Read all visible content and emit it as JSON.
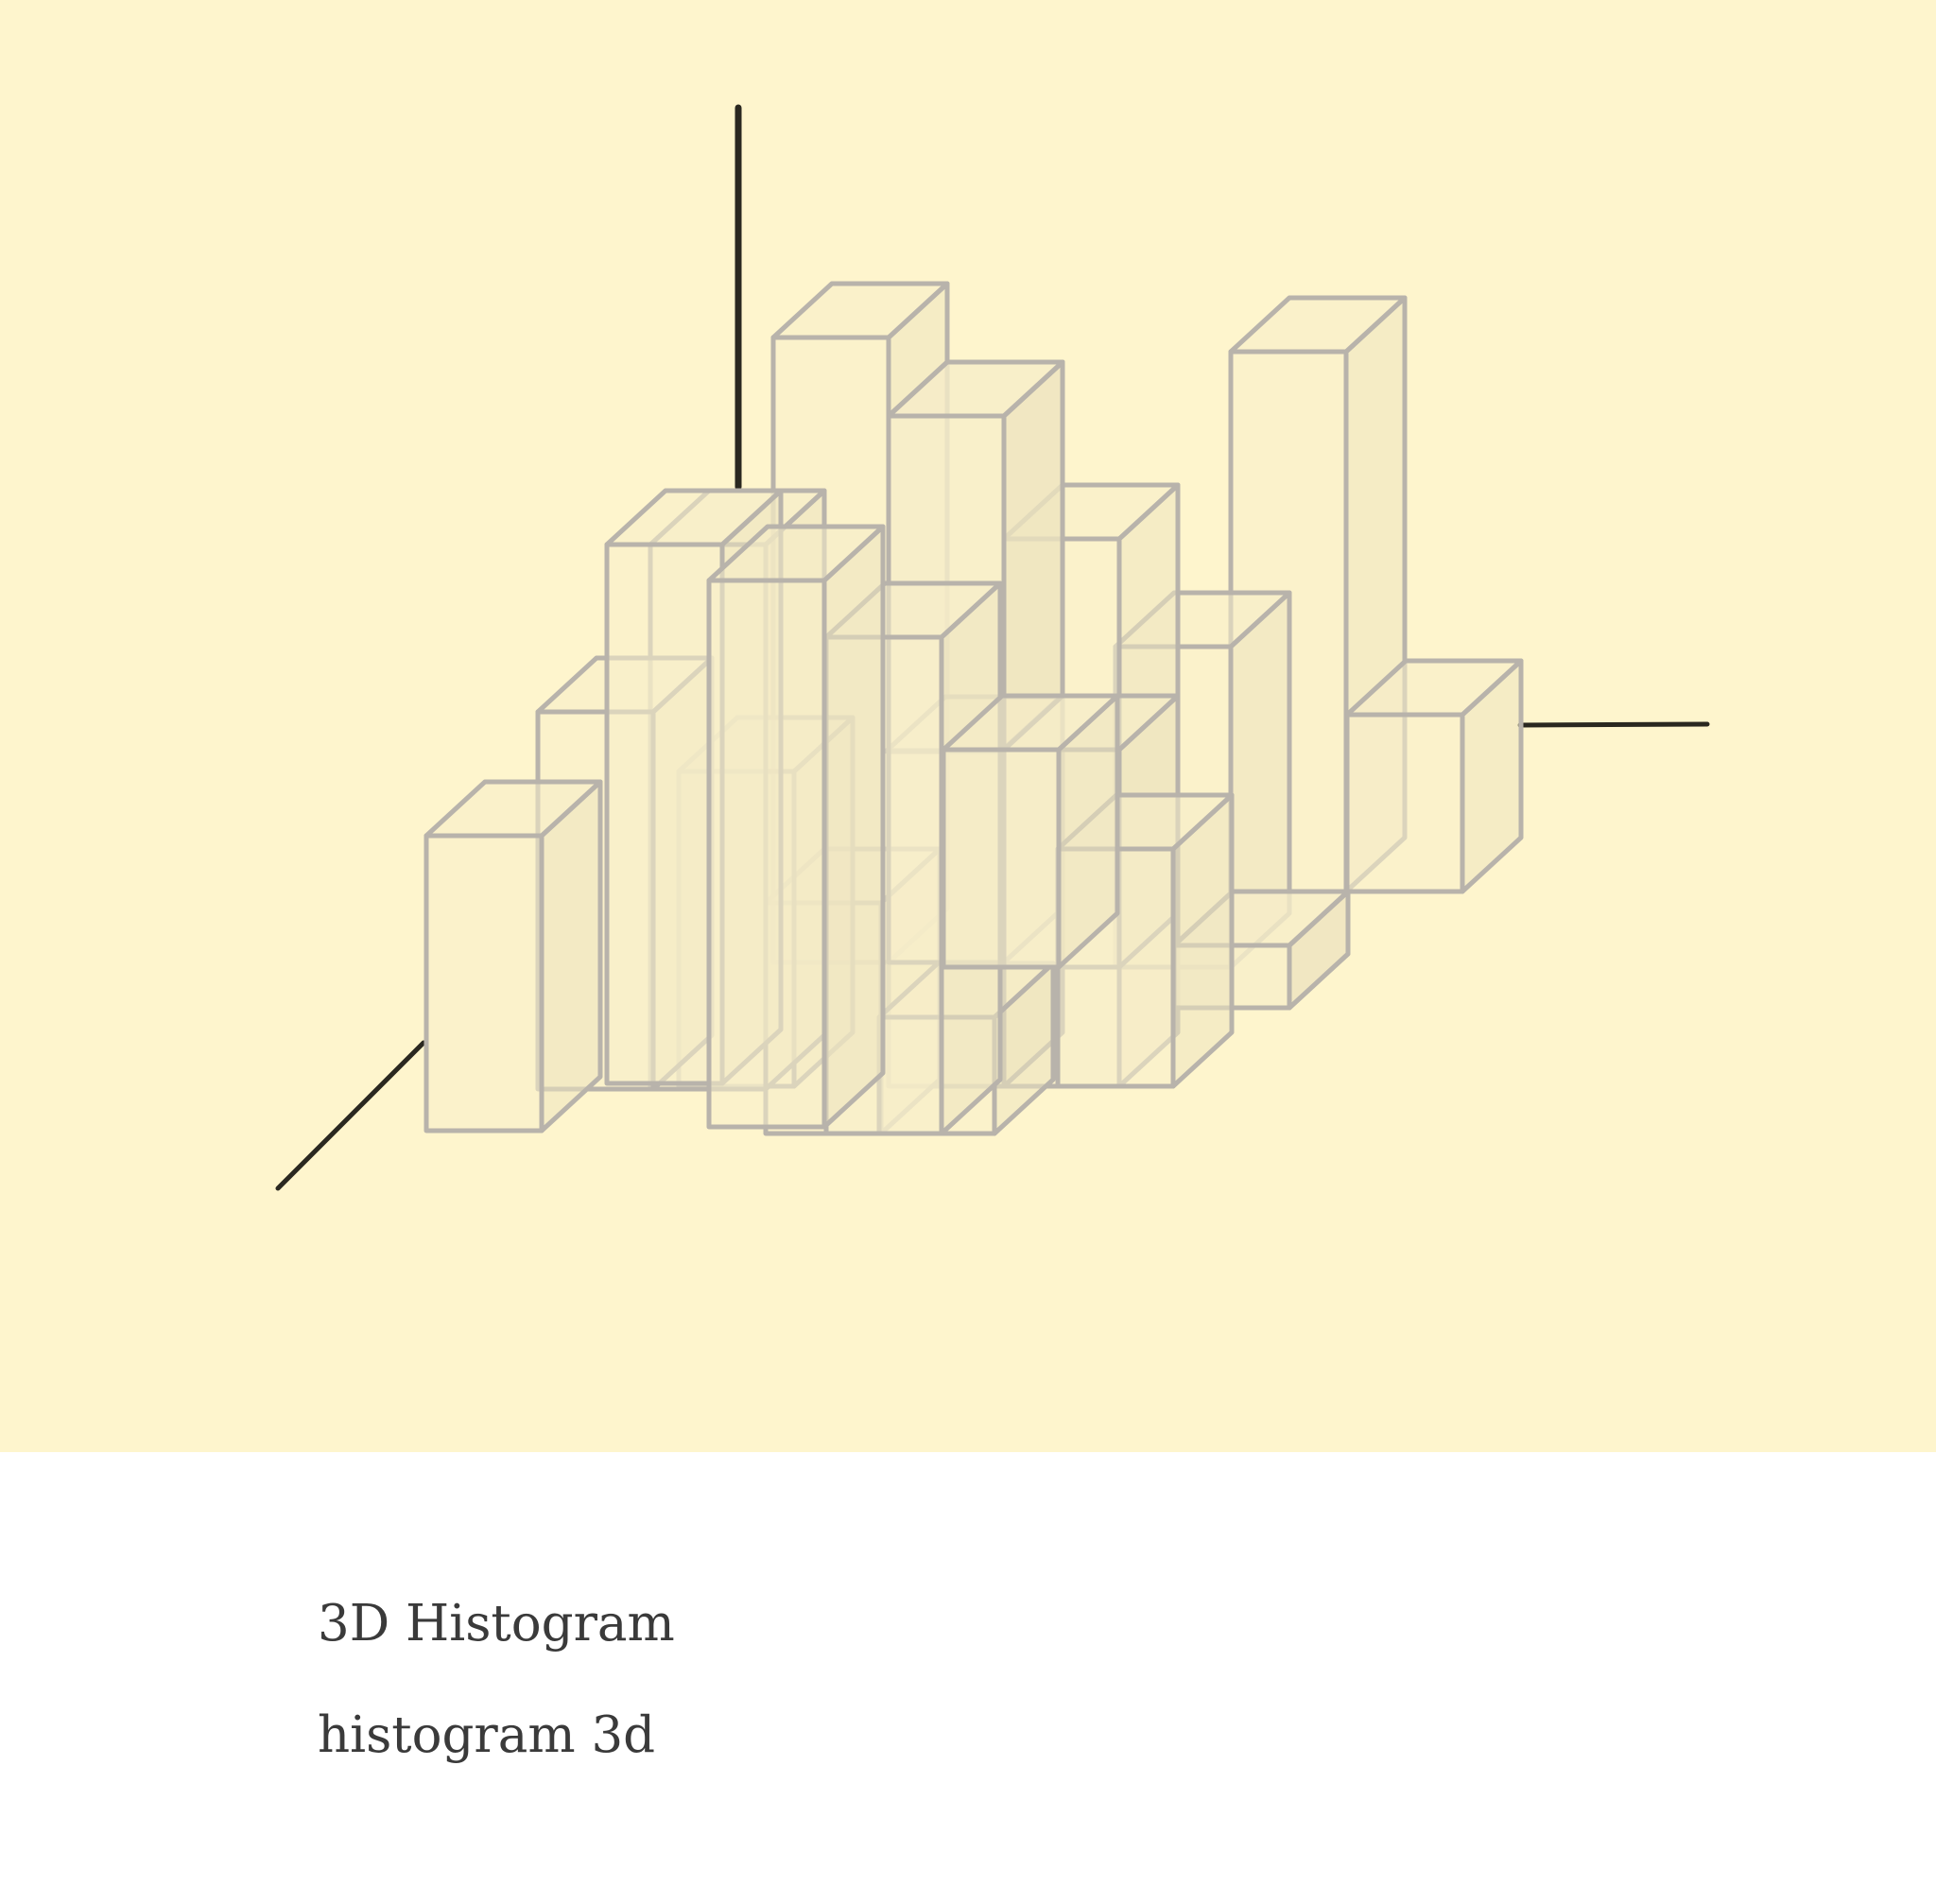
{
  "card": {
    "title": "3D Histogram",
    "subtitle": "histogram 3d"
  },
  "colors": {
    "art_background": "#fef5cd",
    "bar_fill": "#f7eecb",
    "bar_side_fill": "#ede3bf",
    "bar_top_fill": "#f5ecc8",
    "bar_stroke": "#b8b3ab",
    "axis": "#2a2820",
    "text": "#3a3a3a"
  },
  "icons": [
    "histogram-3d-illustration"
  ]
}
